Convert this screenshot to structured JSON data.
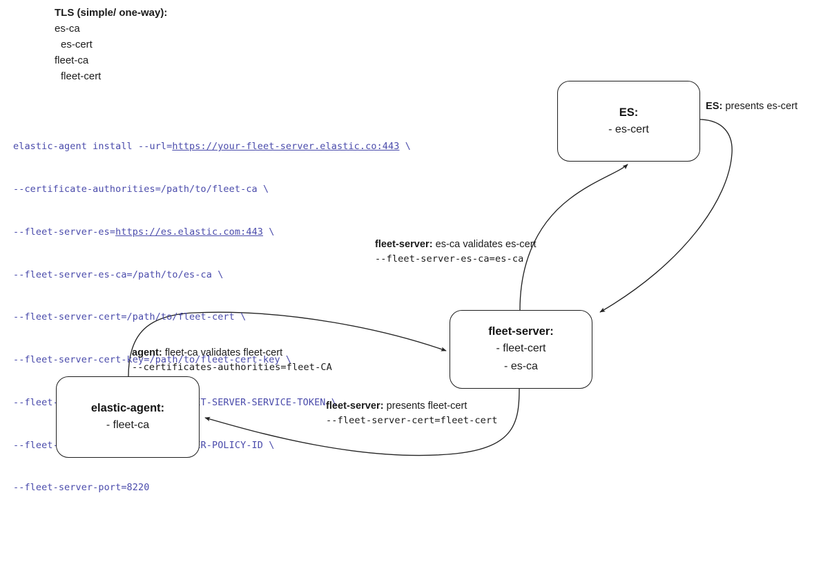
{
  "legend": {
    "title": "TLS (simple/ one-way):",
    "lines": [
      {
        "text": "es-ca",
        "indent": false
      },
      {
        "text": "es-cert",
        "indent": true
      },
      {
        "text": "fleet-ca",
        "indent": false
      },
      {
        "text": "fleet-cert",
        "indent": true
      }
    ]
  },
  "code": {
    "lines": [
      "elastic-agent install --url=https://your-fleet-server.elastic.co:443 \\",
      "--certificate-authorities=/path/to/fleet-ca \\",
      "--fleet-server-es=https://es.elastic.com:443 \\",
      "--fleet-server-es-ca=/path/to/es-ca \\",
      "--fleet-server-cert=/path/to/fleet-cert \\",
      "--fleet-server-cert-key=/path/to/fleet-cert-key \\",
      "--fleet-server-service-token=FLEET-SERVER-SERVICE-TOKEN \\",
      "--fleet-server-policy=FLEET-SERVER-POLICY-ID \\",
      "--fleet-server-port=8220"
    ],
    "urls": [
      "https://your-fleet-server.elastic.co:443",
      "https://es.elastic.com:443"
    ],
    "color": "#4a4bab"
  },
  "nodes": {
    "es": {
      "title": "ES:",
      "lines": [
        "- es-cert"
      ]
    },
    "fleet_server": {
      "title": "fleet-server:",
      "lines": [
        "- fleet-cert",
        "- es-ca"
      ]
    },
    "elastic_agent": {
      "title": "elastic-agent:",
      "lines": [
        "- fleet-ca"
      ]
    }
  },
  "edges": {
    "es_presents": {
      "actor": "ES:",
      "text": " presents es-cert",
      "mono": ""
    },
    "fleet_validates_es": {
      "actor": "fleet-server:",
      "text": " es-ca validates es-cert",
      "mono": "--fleet-server-es-ca=es-ca"
    },
    "agent_validates": {
      "actor": "agent:",
      "text": " fleet-ca validates fleet-cert",
      "mono": "--certificates-authorities=fleet-CA"
    },
    "fleet_presents": {
      "actor": "fleet-server:",
      "text": " presents fleet-cert",
      "mono": "--fleet-server-cert=fleet-cert"
    }
  },
  "style": {
    "stroke": "#1d1d1d",
    "background": "#ffffff"
  }
}
